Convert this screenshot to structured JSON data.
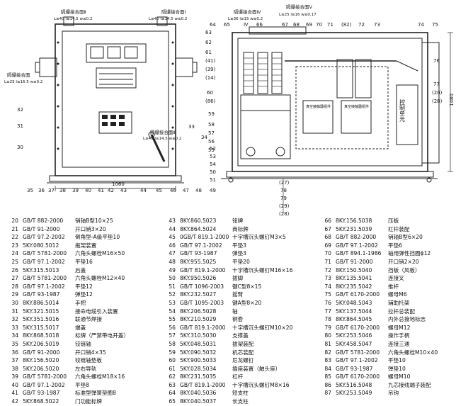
{
  "drawing": {
    "callout_left_1": "隔爆接合面Ⅱ",
    "callout_left_1_spec": "L≥40 l≥14.5 w≤0.2",
    "callout_left_2": "隔爆接合面Ⅰ",
    "callout_left_2_spec": "L≥40 l≥14.5 w≤0.2",
    "callout_left_3": "隔爆接合面",
    "callout_left_3_spec": "L≥25 l≥16.5 w≤0.2",
    "callout_left_4": "隔爆接合面Ⅲ",
    "callout_left_4_spec": "L≥40 l≥14.5 w≤0.2",
    "callout_right_1": "隔爆接合面Ⅳ",
    "callout_right_1_spec": "L≥36 l≥15 w≤0.2",
    "callout_right_2": "隔爆接合面Ⅴ",
    "callout_right_2_spec": "L≥25 l≥16 w≤0.17",
    "dim_width": "1060",
    "dim_height": "1480",
    "right_unit_label": "控制单元",
    "right_inner_labels": [
      "真空接触器组件",
      "真空接触器组件"
    ],
    "left_labels": [
      "32",
      "31",
      "30",
      "35",
      "36",
      "37",
      "38",
      "39",
      "40",
      "41",
      "42",
      "43",
      "44",
      "45",
      "46",
      "47",
      "48",
      "49",
      "33",
      "34",
      "52",
      "53",
      "54",
      "50",
      "51"
    ],
    "right_labels_top": [
      "64",
      "65",
      "Ⅳ",
      "66",
      "67",
      "68",
      "69",
      "70",
      "71",
      "(82)",
      "72",
      "73",
      "74",
      "75"
    ],
    "right_labels_left": [
      "63",
      "62",
      "61",
      "(41)",
      "(39)",
      "(14)",
      "60",
      "(86)",
      "59",
      "58",
      "57",
      "56",
      "55"
    ],
    "right_labels_right": [
      "76",
      "77",
      "(20)",
      "(28)"
    ],
    "right_labels_bottom": [
      "(27)",
      "78",
      "79",
      "(29)",
      "(28)"
    ]
  },
  "parts": {
    "columns": [
      [
        [
          "20",
          "GB/T 882-2000",
          "销轴B型10×25"
        ],
        [
          "21",
          "GB/T 91-2000",
          "开口销3×20"
        ],
        [
          "22",
          "GB/T 97.2-2002",
          "倒角型-A级平垫10"
        ],
        [
          "23",
          "5KY.080.5012",
          "拖架装置"
        ],
        [
          "24",
          "GB/T 5781-2000",
          "六角头螺栓M16×50"
        ],
        [
          "25",
          "GB/T 97.1-2002",
          "平垫16"
        ],
        [
          "26",
          "5KY.315.5013",
          "后盖"
        ],
        [
          "27",
          "GB/T 5781-2000",
          "六角头螺栓M12×40"
        ],
        [
          "28",
          "GB/T 97.1-2002",
          "平垫12"
        ],
        [
          "29",
          "GB/T 93-1987",
          "弹垫12"
        ],
        [
          "30",
          "8KY.886.5014",
          "手把"
        ],
        [
          "31",
          "5KY.321.5015",
          "接命电缆引入装置"
        ],
        [
          "32",
          "5KY.351.5016",
          "联通节焊接"
        ],
        [
          "33",
          "5KY.315.5017",
          "端盖"
        ],
        [
          "34",
          "8KY.868.5018",
          "标牌（严禁带电开盖）"
        ],
        [
          "35",
          "5KY.206.5019",
          "铰链轴"
        ],
        [
          "36",
          "GB/T 91-2000",
          "开口销4×35"
        ],
        [
          "37",
          "8KY.156.5020",
          "铰链轴垫板"
        ],
        [
          "38",
          "5KY.206.5020",
          "左右导轨"
        ],
        [
          "39",
          "GB/T 5781-2000",
          "六角头螺栓M18×16"
        ],
        [
          "40",
          "GB/T 97.1-2002",
          "平垫8"
        ],
        [
          "41",
          "GB/T 93-1987",
          "标准型弹簧垫圈8"
        ],
        [
          "42",
          "5KY.868.5022",
          "门功能标牌"
        ]
      ],
      [
        [
          "43",
          "8KY.860.5023",
          "铭牌"
        ],
        [
          "44",
          "8KY.864.5024",
          "商标牌"
        ],
        [
          "45",
          "0GB/T 819.1-2000",
          "十字槽沉头螺钉M3×5"
        ],
        [
          "46",
          "GB/T 97.1-2002",
          "平垫3"
        ],
        [
          "47",
          "GB/T 93-1987",
          "弹垫3"
        ],
        [
          "48",
          "8KY.955.5025",
          "平垫20"
        ],
        [
          "49",
          "GB/T 819.1-2000",
          "十字槽沉头螺钉M16×16"
        ],
        [
          "50",
          "8KY.950.5026",
          "拔脚"
        ],
        [
          "51",
          "GB/T 1096-2003",
          "键C型8×15"
        ],
        [
          "52",
          "8KY.232.5027",
          "摇臂"
        ],
        [
          "53",
          "GB/T 1095-2003",
          "键A型8×20"
        ],
        [
          "54",
          "8KY.206.5028",
          "轴"
        ],
        [
          "55",
          "8KY.210.5029",
          "铜套"
        ],
        [
          "56",
          "GB/T 819.1-2000",
          "十字槽沉头螺钉M10×20"
        ],
        [
          "57",
          "5KY.310.5030",
          "支撑盖"
        ],
        [
          "58",
          "5KY.048.5031",
          "拔架装配"
        ],
        [
          "59",
          "5KY.090.5032",
          "机芯装配"
        ],
        [
          "60",
          "5KY.900.5033",
          "尼龙螺钉"
        ],
        [
          "61",
          "5KY.028.5034",
          "插座装置（触头座）"
        ],
        [
          "62",
          "8KY.231.5035",
          "杠杆"
        ],
        [
          "63",
          "GB/T 819.1-2000",
          "十字槽沉头螺钉M8×16"
        ],
        [
          "64",
          "8KY.040.5036",
          "短支柱"
        ],
        [
          "65",
          "8KY.040.5037",
          "长支柱"
        ]
      ],
      [
        [
          "66",
          "8KY.156.5038",
          "压板"
        ],
        [
          "67",
          "5KY.231.5039",
          "杠杆装配"
        ],
        [
          "68",
          "GB/T 882-2000",
          "销轴B型6×20"
        ],
        [
          "69",
          "GB/T 97.1-2002",
          "平垫6"
        ],
        [
          "70",
          "GB/T 894.1-1986",
          "轴用弹性挡圈ϕ12"
        ],
        [
          "71",
          "GB/T 91-2000",
          "开口销2×20"
        ],
        [
          "72",
          "8KY.150.5040",
          "挡板（风板）"
        ],
        [
          "73",
          "8KY.135.5041",
          "连接叉"
        ],
        [
          "74",
          "8KY.235.5042",
          "推杆"
        ],
        [
          "75",
          "GB/T 6170-2000",
          "螺母M6"
        ],
        [
          "76",
          "5KY.048.5043",
          "辅助托架"
        ],
        [
          "77",
          "5KY.137.5044",
          "拉杆总装配"
        ],
        [
          "78",
          "8KY.864.5045",
          "内外总接地标志"
        ],
        [
          "79",
          "GB/T 6170-2000",
          "螺母M12"
        ],
        [
          "80",
          "5KY.253.5046",
          "操作手柄"
        ],
        [
          "81",
          "5KY.458.5047",
          "连接三通"
        ],
        [
          "82",
          "GB/T 5781-2000",
          "六角头螺栓M10×40"
        ],
        [
          "83",
          "GB/T 97.1-2002",
          "平垫10"
        ],
        [
          "84",
          "GB/T 93-1987",
          "弹垫10"
        ],
        [
          "85",
          "GB/T 6170-2000",
          "螺母M10"
        ],
        [
          "86",
          "5KY.516.5048",
          "九芯接线端子装配"
        ],
        [
          "87",
          "5KY.253.5049",
          "吊钩"
        ]
      ]
    ]
  }
}
